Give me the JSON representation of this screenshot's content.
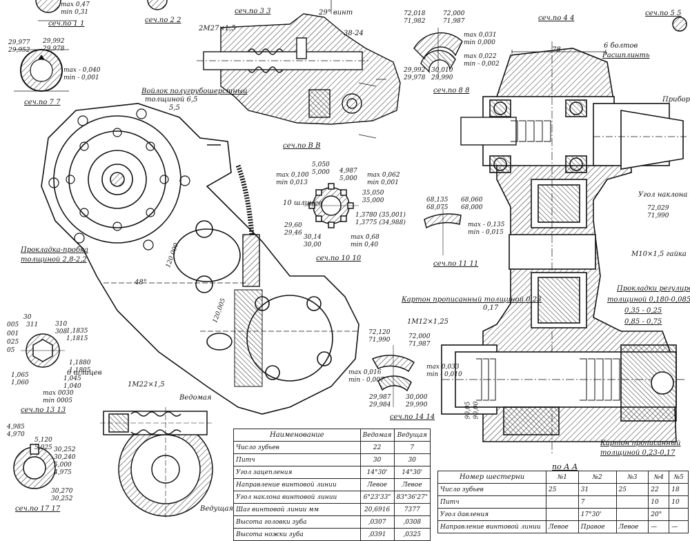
{
  "sections": {
    "s11": "сеч.по 1 1",
    "s22": "сеч.по 2 2",
    "s33": "сеч.по 3 3",
    "s44": "сеч.по 4 4",
    "s55": "сеч.по 5 5",
    "s77": "сеч.по 7 7",
    "s88": "сеч.по 8 8",
    "sBB": "сеч.по В В",
    "s1010": "сеч.по 10 10",
    "s1111": "сеч.по 11 11",
    "s1313": "сеч.по 13 13",
    "s1414": "сеч.по 14 14",
    "s1717": "сеч.по 17 17",
    "sAA": "по А А"
  },
  "notes": {
    "felt": "Войлок полугрубошерстный",
    "felt_thk": "толщиной 6,5",
    "felt_tol": "5,5",
    "gasket": "Прокладка-пробка",
    "gasket_thk": "толщиной 2,8-2,2",
    "carton1": "Картон прописанный толщиной 0,23",
    "carton1_tol": "0,17",
    "carton2": "Картон прописанный",
    "carton2_thk": "толщиной 0,23-0,17",
    "shims": "Прокладки регулировочные",
    "shims_t1": "толщиной 0,180-0,085",
    "shims_t2": "0,35 - 0,25",
    "shims_t3": "0,85 - 0,75",
    "bolts6": "6 болтов",
    "cotter": "Расшплинть",
    "m22": "1M22×1,5",
    "m27": "2M27×1,5",
    "m12": "1M12×1,25",
    "m10": "M10×1,5 гайка",
    "spl10": "10 шлицев",
    "spl6": "6 шлицев",
    "angle_lbl": "Угол наклона от ред",
    "pribor": "Прибор",
    "driven_tag": "Ведомая",
    "driving_tag": "Ведущая",
    "thread29": "29° винт",
    "dim78": "78",
    "ang48": "48°",
    "d3824": "38-24"
  },
  "dims": {
    "d1": "max 0,47",
    "d2": "min 0,31",
    "d3": "29,977",
    "d4": "29,952",
    "d5": "29,992",
    "d6": "29,978",
    "d7": "max - 0,040",
    "d8": "min - 0,001",
    "d9": "72,018",
    "d10": "71,982",
    "d11": "72,000",
    "d12": "71,987",
    "d13": "max 0,031",
    "d14": "min 0,000",
    "d15": "max 0,022",
    "d16": "min - 0,002",
    "d17": "29,992",
    "d18": "29,978",
    "d19": "30,010",
    "d20": "29,990",
    "d21": "5,050",
    "d22": "5,000",
    "d23": "4,987",
    "d24": "5,000",
    "d25": "max 0,100",
    "d26": "min 0,013",
    "d27": "max 0,062",
    "d28": "min 0,001",
    "d29": "35,050",
    "d30": "35,000",
    "d31": "1,3780 (35,001)",
    "d32": "1,3775 (34,988)",
    "d33": "29,60",
    "d34": "29,46",
    "d35": "30,14",
    "d36": "30,00",
    "d37": "max 0,68",
    "d38": "min 0,40",
    "d39": "68,135",
    "d40": "68,075",
    "d41": "68,060",
    "d42": "68,000",
    "d43": "max - 0,135",
    "d44": "min - 0,015",
    "d45": "72,120",
    "d46": "71,990",
    "d47": "72,000",
    "d48": "71,987",
    "d49": "max 0,016",
    "d50": "min - 0,007",
    "d51": "max 0,033",
    "d52": "min - 0,010",
    "d53": "29,987",
    "d54": "29,984",
    "d55": "30,000",
    "d56": "29,990",
    "d57": "1,1835",
    "d58": "1,1815",
    "d59": "1,1880",
    "d60": "1,1805",
    "d61": "1,065",
    "d62": "1,060",
    "d63": "1,045",
    "d64": "1,040",
    "d65": "max 0030",
    "d66": "min 0005",
    "d67": "4,985",
    "d68": "4,970",
    "d69": "5,120",
    "d70": "5,025",
    "d71": "30,252",
    "d72": "30,240",
    "d73": "5,000",
    "d74": "4,975",
    "d75": "30,270",
    "d76": "30,252",
    "d77": "120,000",
    "d78": "120,005",
    "d79": "005",
    "d80": "001",
    "d81": "025",
    "d82": "05",
    "d83": "310",
    "d84": "308",
    "d85": "30",
    "d86": "311",
    "d87": "72,029",
    "d88": "71,990",
    "d89": "90,05",
    "d90": "90,00"
  },
  "gear_table": {
    "headers": [
      "Наименование",
      "Ведомая",
      "Ведущая"
    ],
    "rows": [
      [
        "Число зубьев",
        "22",
        "7"
      ],
      [
        "Питч",
        "30",
        "30"
      ],
      [
        "Угол зацепления",
        "14°30'",
        "14°30'"
      ],
      [
        "Направление винтовой линии",
        "Левое",
        "Левое"
      ],
      [
        "Угол наклона винтовой линии",
        "6°23'33\"",
        "83°36'27\""
      ],
      [
        "Шаг винтовой линии   мм",
        "20,6916",
        "7377"
      ],
      [
        "Высота головки зуба",
        ",0307",
        ",0308"
      ],
      [
        "Высота ножки зуба",
        ",0391",
        ",0325"
      ]
    ]
  },
  "gear_table2": {
    "headers": [
      "Номер шестерни",
      "№1",
      "№2",
      "№3",
      "№4",
      "№5"
    ],
    "rows": [
      [
        "Число зубьев",
        "25",
        "31",
        "25",
        "22",
        "18"
      ],
      [
        "Питч",
        "",
        "7",
        "",
        "10",
        "10"
      ],
      [
        "Угол давления",
        "",
        "17°30'",
        "",
        "20°",
        ""
      ],
      [
        "Направление винтовой линии",
        "Левое",
        "Правое",
        "Левое",
        "—",
        "—"
      ]
    ]
  }
}
